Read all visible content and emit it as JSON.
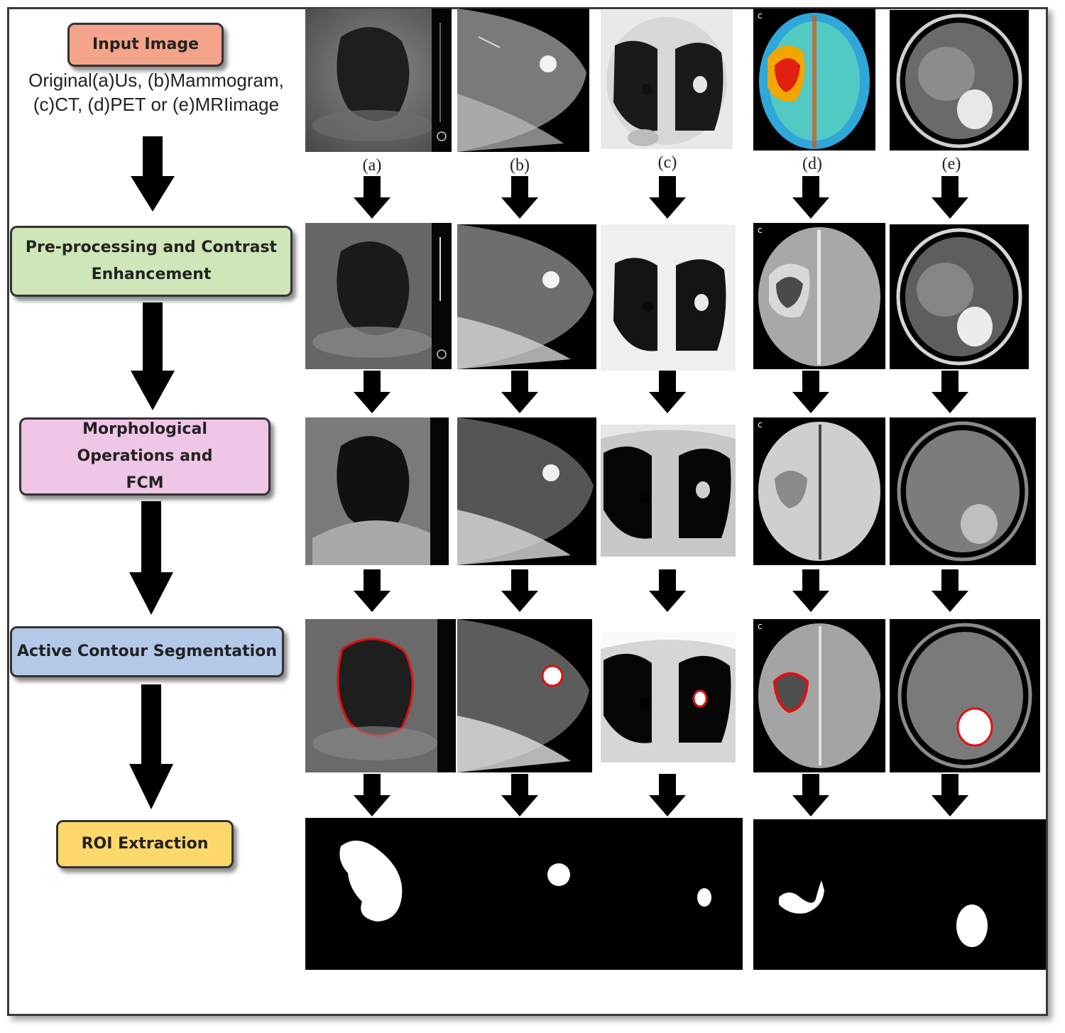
{
  "stages": [
    {
      "label": "Input Image",
      "color": "#f4a48b"
    },
    {
      "label": "Pre-processing and Contrast Enhancement",
      "color": "#cfe6b8"
    },
    {
      "label": "Morphological Operations and FCM",
      "color": "#efc6e6"
    },
    {
      "label": "Active Contour Segmentation",
      "color": "#b3c9e8"
    },
    {
      "label": "ROI Extraction",
      "color": "#fcd86a"
    }
  ],
  "input_caption": "Original(a)Us, (b)Mammogram, (c)CT, (d)PET or (e)MRIimage",
  "columns": [
    "(a)",
    "(b)",
    "(c)",
    "(d)",
    "(e)"
  ],
  "icons": {
    "flow_arrow": "down-arrow-icon"
  },
  "colors": {
    "contour": "#e01010",
    "frame": "#3a3a3a"
  }
}
